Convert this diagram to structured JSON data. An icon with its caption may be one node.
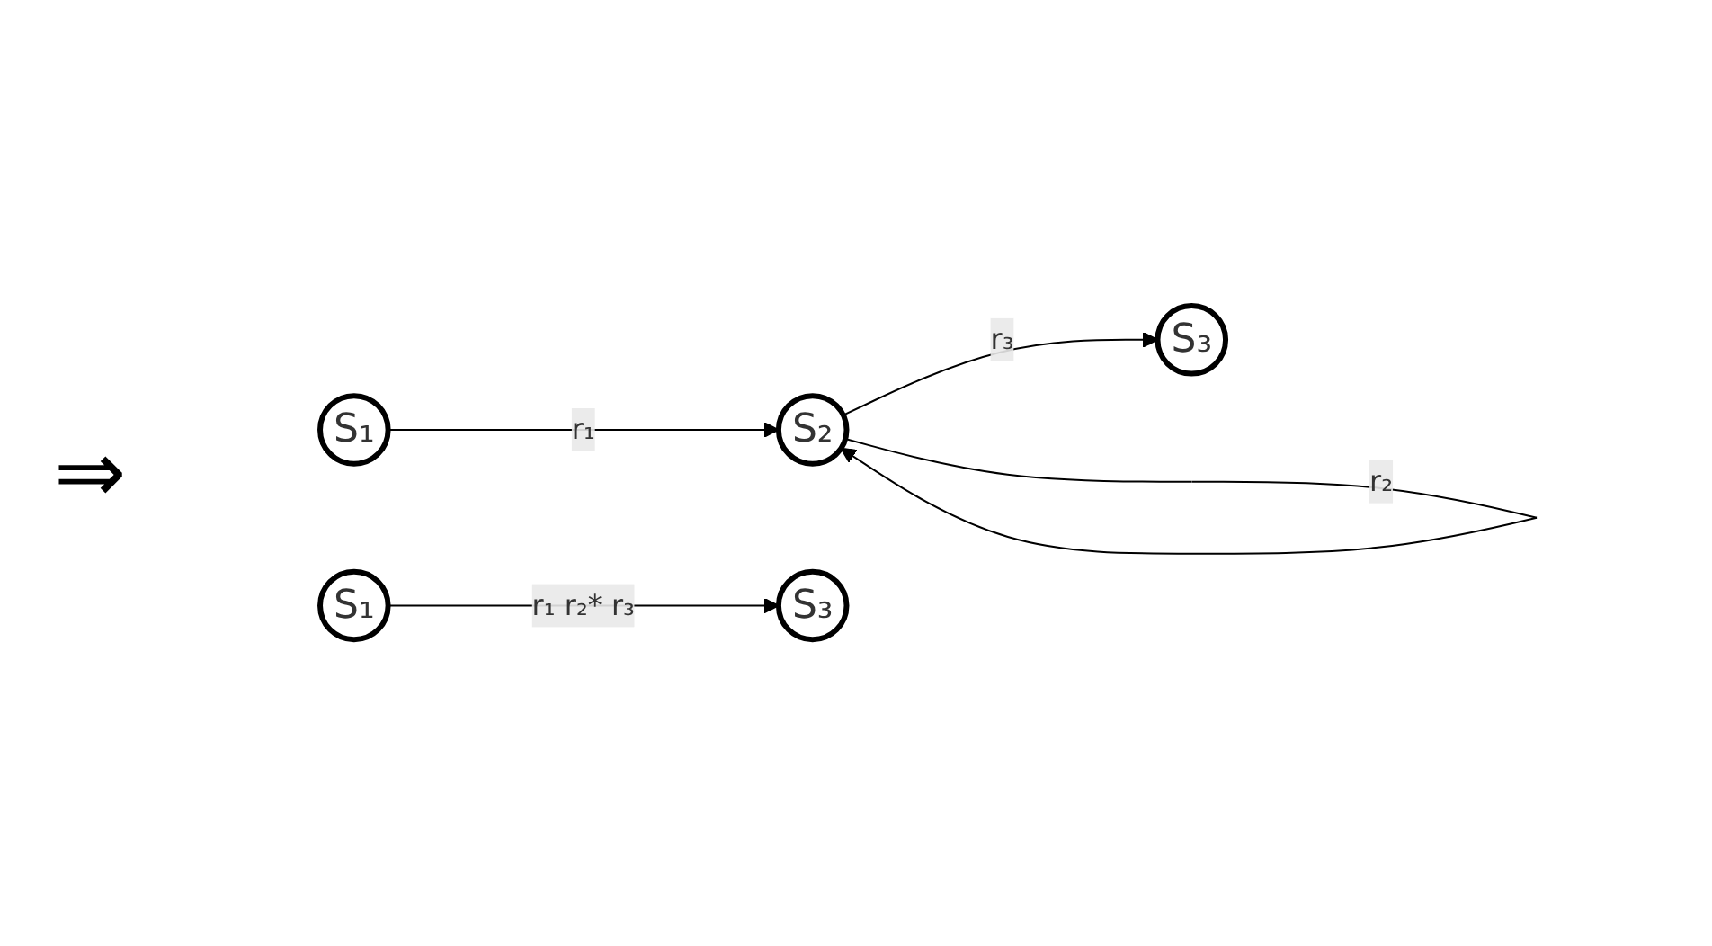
{
  "diagram": {
    "nodes": [
      {
        "text": [
          "S₁"
        ]
      },
      {
        "text": [
          "S₂"
        ]
      },
      {
        "text": [
          "S₃"
        ]
      },
      {
        "text": [
          "S₁"
        ]
      },
      {
        "text": [
          "S₃"
        ]
      }
    ],
    "edges": [
      {
        "from": 0,
        "to": 1,
        "arrow": "to",
        "label": "r₁"
      },
      {
        "from": 1,
        "to": 1,
        "arrow": "to",
        "label": "r₂"
      },
      {
        "from": 1,
        "to": 2,
        "arrow": "to",
        "label": "r₃"
      },
      {
        "from": 3,
        "to": 4,
        "arrow": "to",
        "label": "r₁ r₂* r₃"
      }
    ],
    "labels": [
      "⇒"
    ]
  }
}
